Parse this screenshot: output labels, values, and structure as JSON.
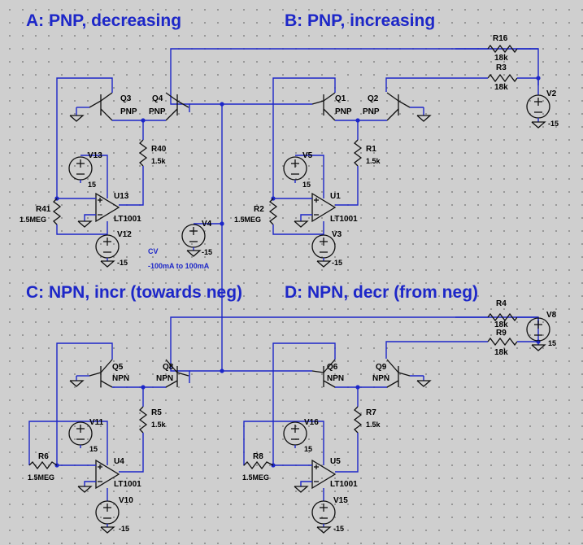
{
  "titles": {
    "A": "A: PNP, decreasing",
    "B": "B: PNP, increasing",
    "C": "C: NPN, incr (towards neg)",
    "D": "D: NPN, decr (from neg)"
  },
  "cv": {
    "label": "CV",
    "range": "-100mA to 100mA"
  },
  "sections": {
    "A": {
      "q_left": "Q3",
      "q_right": "Q4",
      "q_type": "PNP",
      "r_emit": "R40",
      "r_emit_val": "1.5k",
      "r_fb": "R41",
      "r_fb_val": "1.5MEG",
      "v_top": "V13",
      "v_top_val": "15",
      "v_bot": "V12",
      "v_bot_val": "-15",
      "opamp": "U13",
      "opamp_model": "LT1001"
    },
    "B": {
      "q_left": "Q1",
      "q_right": "Q2",
      "q_type": "PNP",
      "r_emit": "R1",
      "r_emit_val": "1.5k",
      "r_fb": "R2",
      "r_fb_val": "1.5MEG",
      "v_top": "V5",
      "v_top_val": "15",
      "v_bot": "V3",
      "v_bot_val": "-15",
      "opamp": "U1",
      "opamp_model": "LT1001"
    },
    "C": {
      "q_left": "Q5",
      "q_right": "Q8",
      "q_type": "NPN",
      "r_emit": "R5",
      "r_emit_val": "1.5k",
      "r_fb": "R6",
      "r_fb_val": "1.5MEG",
      "v_top": "V11",
      "v_top_val": "15",
      "v_bot": "V10",
      "v_bot_val": "-15",
      "opamp": "U4",
      "opamp_model": "LT1001"
    },
    "D": {
      "q_left": "Q6",
      "q_right": "Q9",
      "q_type": "NPN",
      "r_emit": "R7",
      "r_emit_val": "1.5k",
      "r_fb": "R8",
      "r_fb_val": "1.5MEG",
      "v_top": "V16",
      "v_top_val": "15",
      "v_bot": "V15",
      "v_bot_val": "-15",
      "opamp": "U5",
      "opamp_model": "LT1001"
    }
  },
  "right_top": {
    "r_a": "R16",
    "r_a_val": "18k",
    "r_b": "R3",
    "r_b_val": "18k",
    "v": "V2",
    "v_val": "-15"
  },
  "right_bottom": {
    "r_a": "R4",
    "r_a_val": "18k",
    "r_b": "R9",
    "r_b_val": "18k",
    "v": "V8",
    "v_val": "15"
  },
  "cv_source": {
    "v": "V4",
    "v_val": "-15"
  }
}
